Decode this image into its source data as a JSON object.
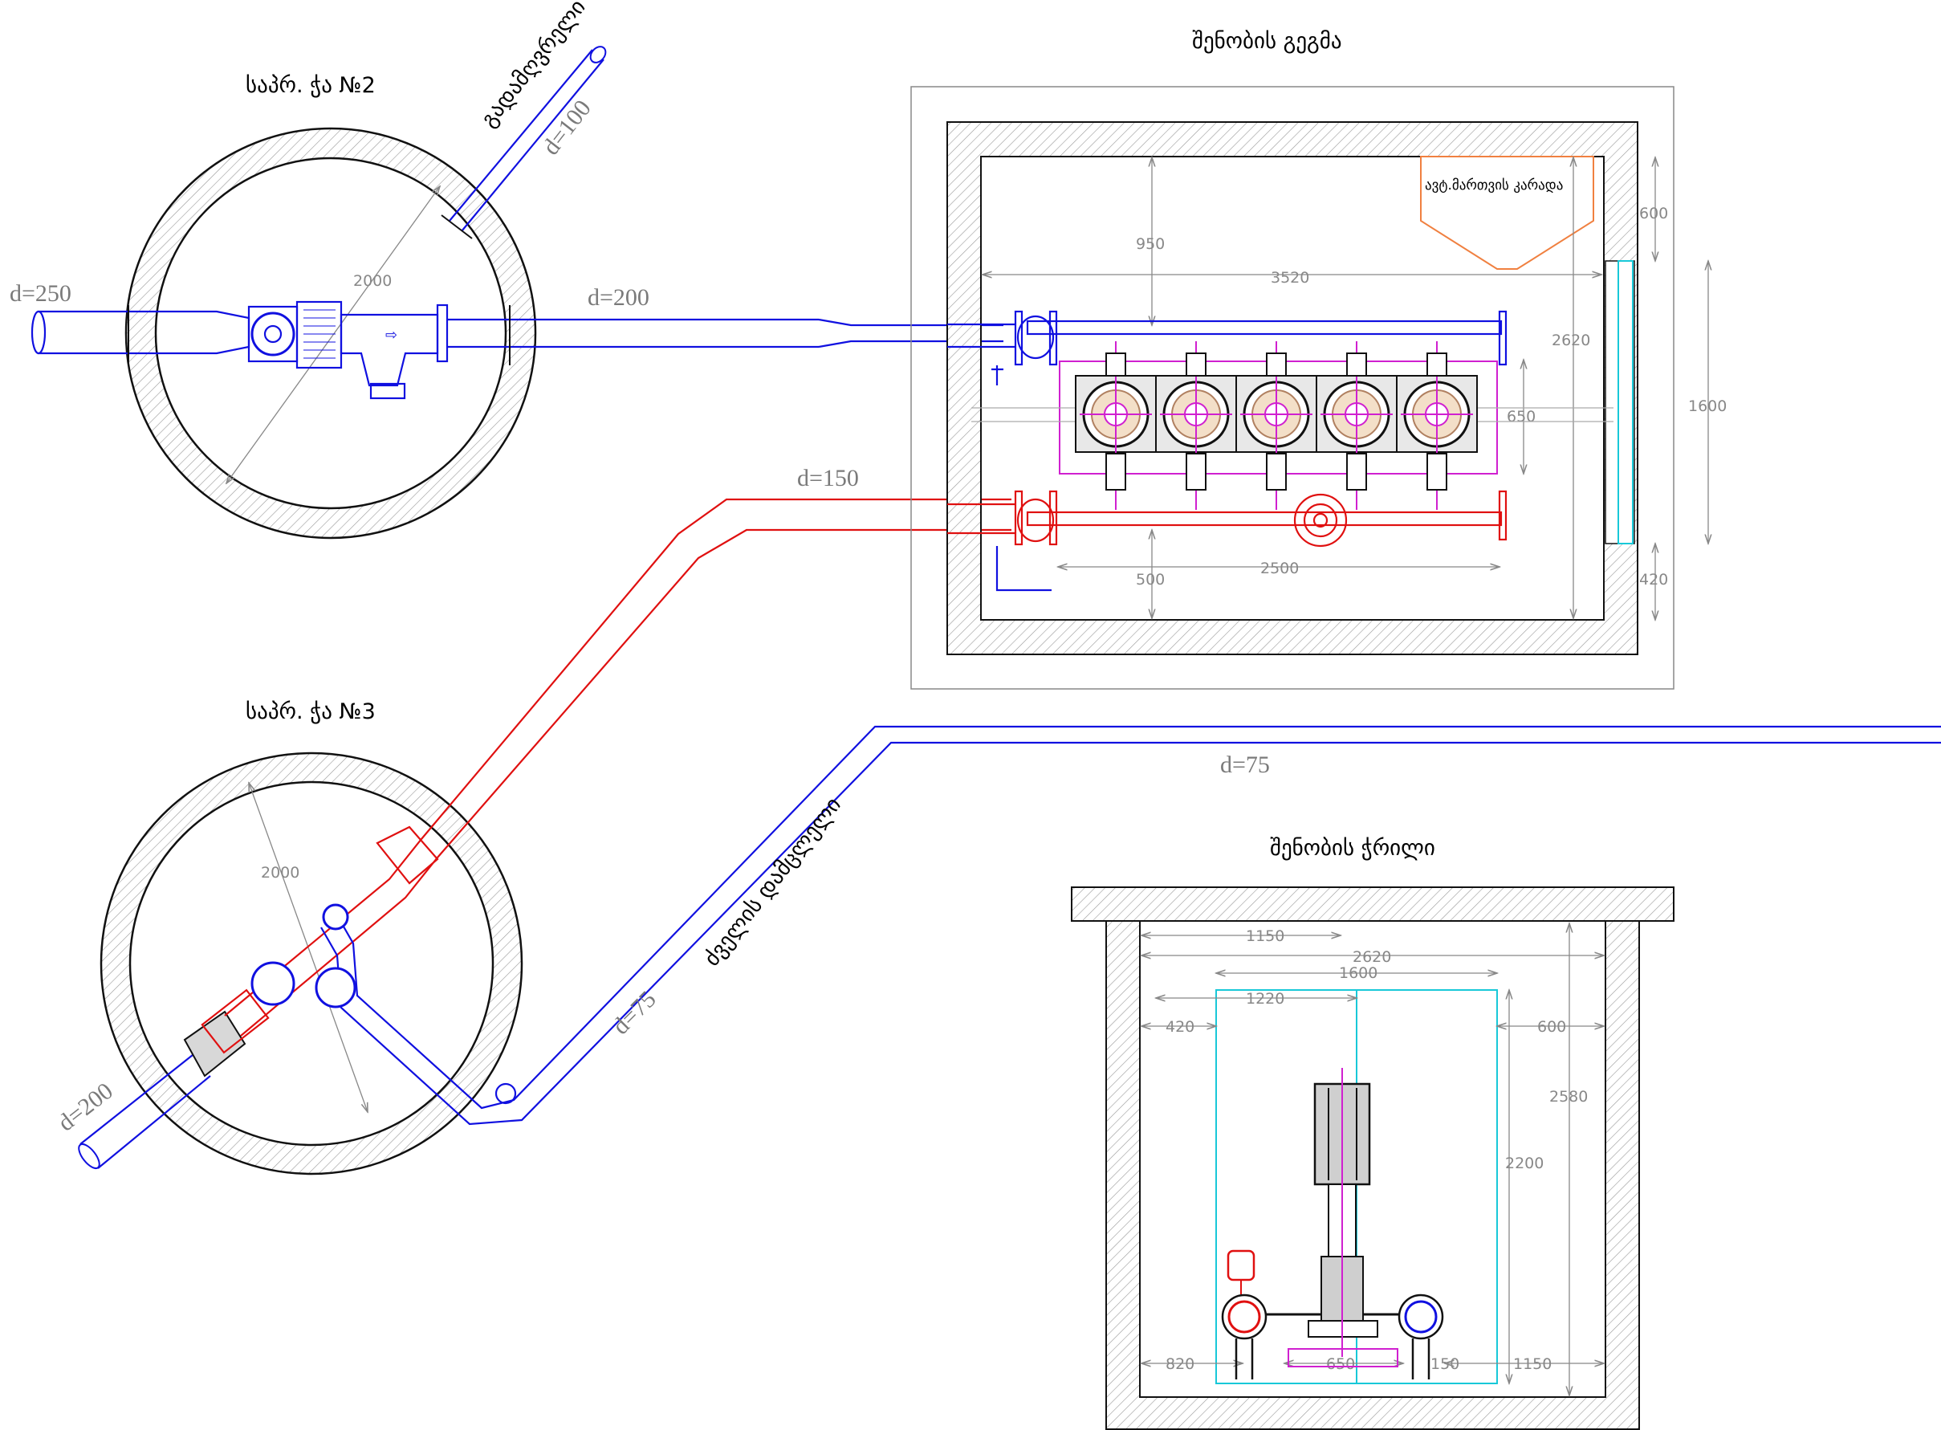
{
  "titles": {
    "chamber2": "საპრ. ჭა №2",
    "chamber3": "საპრ. ჭა №3",
    "plan": "შენობის გეგმა",
    "section": "შენობის ჭრილი"
  },
  "labels": {
    "overflow": "გადამღვრელი",
    "drain": "ძველის დამცლელი",
    "cabinet": "ავტ.მართვის კარადა"
  },
  "pipes": {
    "d250": "d=250",
    "d200_top": "d=200",
    "d100": "d=100",
    "d150": "d=150",
    "d75_top": "d=75",
    "d75_diag": "d=75",
    "d200_bottom": "d=200"
  },
  "dims_chamber": {
    "ch2_diam": "2000",
    "ch3_diam": "2000"
  },
  "dims_plan": {
    "d950": "950",
    "d3520": "3520",
    "d600": "600",
    "d2620": "2620",
    "d1600": "1600",
    "d650": "650",
    "d500": "500",
    "d2500": "2500",
    "d420": "420"
  },
  "dims_section": {
    "d1150_top": "1150",
    "d2620": "2620",
    "d1600": "1600",
    "d1220": "1220",
    "d420": "420",
    "d600": "600",
    "d2580": "2580",
    "d2200": "2200",
    "d820": "820",
    "d650": "650",
    "d150": "150",
    "d1150_bottom": "1150"
  },
  "colors": {
    "supply_pipe": "#1010e0",
    "discharge_pipe": "#e01010",
    "pump_axis": "#d020d0",
    "panel": "#18c8d8",
    "cabinet": "#f08040"
  }
}
